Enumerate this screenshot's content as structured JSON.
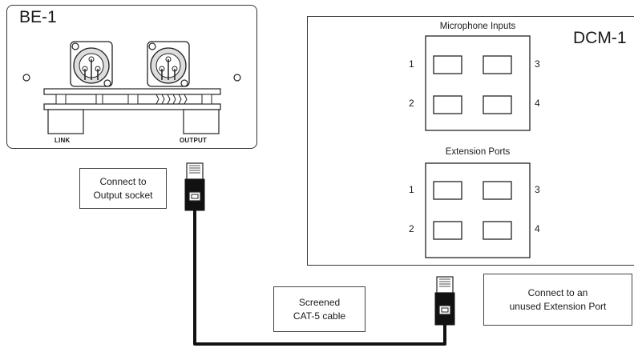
{
  "be1": {
    "title": "BE-1",
    "link_label": "LINK",
    "output_label": "OUTPUT"
  },
  "dcm1": {
    "title": "DCM-1",
    "mic_group": {
      "title": "Microphone Inputs",
      "ports": [
        "1",
        "2",
        "3",
        "4"
      ]
    },
    "ext_group": {
      "title": "Extension Ports",
      "ports": [
        "1",
        "2",
        "3",
        "4"
      ]
    }
  },
  "callouts": {
    "output_socket": [
      "Connect to",
      "Output socket"
    ],
    "cable": [
      "Screened",
      "CAT-5 cable"
    ],
    "extension_port": [
      "Connect to an",
      "unused Extension Port"
    ]
  },
  "colors": {
    "line": "#222222",
    "cable": "#111111",
    "panel_fill": "#ffffff",
    "connector_fill": "#dddddd"
  }
}
